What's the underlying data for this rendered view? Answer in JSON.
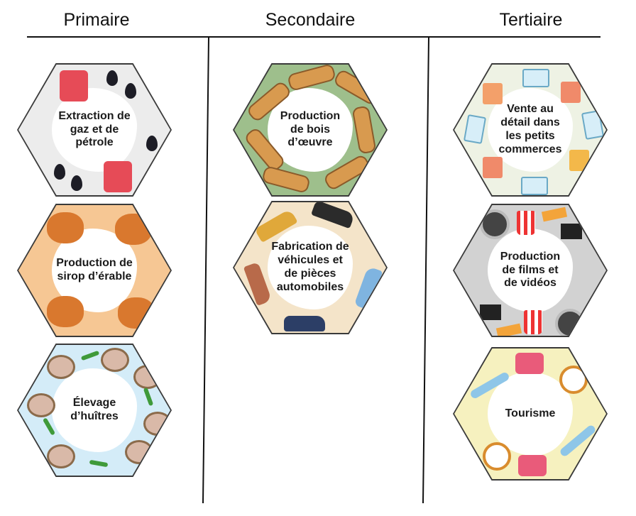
{
  "columns": [
    {
      "title": "Primaire"
    },
    {
      "title": "Secondaire"
    },
    {
      "title": "Tertiaire"
    }
  ],
  "hexagons": {
    "primaire": [
      {
        "label": "Extraction de\ngaz et de\npétrole",
        "bg": "#ececec",
        "icons": [
          "oil-drop-icon",
          "jerrycan-icon"
        ]
      },
      {
        "label": "Production de\nsirop d’érable",
        "bg": "#f6c794",
        "icons": [
          "maple-syrup-jug-icon"
        ]
      },
      {
        "label": "Élevage\nd’huîtres",
        "bg": "#d4ecf8",
        "icons": [
          "oyster-icon",
          "seaweed-icon"
        ]
      }
    ],
    "secondaire": [
      {
        "label": "Production\nde bois\nd’œuvre",
        "bg": "#9ebf8c",
        "icons": [
          "log-icon",
          "branch-icon"
        ]
      },
      {
        "label": "Fabrication de\nvéhicules et\nde pièces\nautomobiles",
        "bg": "#f4e4c9",
        "icons": [
          "car-icon"
        ]
      }
    ],
    "tertiaire": [
      {
        "label": "Vente au\ndétail dans\nles petits\ncommerces",
        "bg": "#eef2e4",
        "icons": [
          "shopping-bag-icon",
          "credit-card-icon"
        ]
      },
      {
        "label": "Production\nde films et\nde vidéos",
        "bg": "#d2d2d2",
        "icons": [
          "film-reel-icon",
          "popcorn-icon",
          "clapperboard-icon",
          "ticket-icon"
        ]
      },
      {
        "label": "Tourisme",
        "bg": "#f6f1bf",
        "icons": [
          "airplane-icon",
          "camera-icon",
          "compass-icon"
        ]
      }
    ]
  }
}
